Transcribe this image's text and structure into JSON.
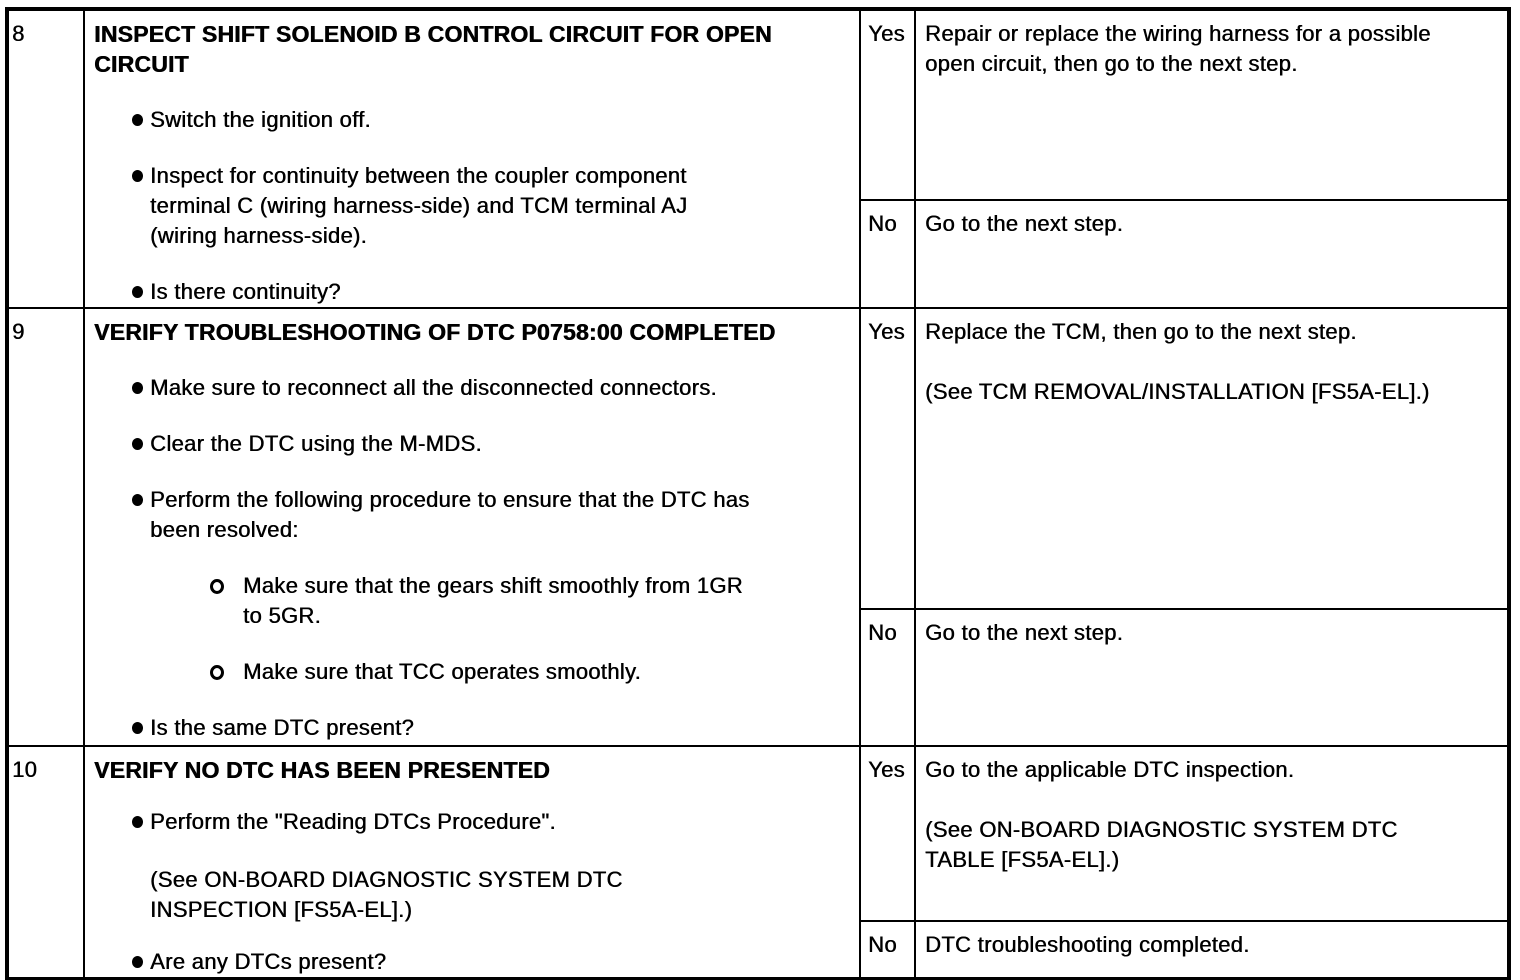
{
  "colors": {
    "background": "#ffffff",
    "border": "#000000",
    "text": "#000000"
  },
  "table": {
    "steps": [
      {
        "step": "8",
        "action": {
          "title": "INSPECT SHIFT SOLENOID B CONTROL CIRCUIT FOR OPEN CIRCUIT",
          "bullets": [
            "Switch the ignition off.",
            "Inspect for continuity between the coupler component terminal C (wiring harness-side) and TCM terminal AJ (wiring harness-side).",
            "Is there continuity?"
          ]
        },
        "yes": {
          "label": "Yes",
          "action": "Repair or replace the wiring harness for a possible open circuit, then go to the next step."
        },
        "no": {
          "label": "No",
          "action": "Go to the next step."
        }
      },
      {
        "step": "9",
        "action": {
          "title": "VERIFY TROUBLESHOOTING OF DTC P0758:00 COMPLETED",
          "bullets": [
            "Make sure to reconnect all the disconnected connectors.",
            "Clear the DTC using the M-MDS.",
            "Perform the following procedure to ensure that the DTC has been resolved:",
            "Is the same DTC present?"
          ],
          "sub_bullets": [
            "Make sure that the gears shift smoothly from 1GR to 5GR.",
            "Make sure that TCC operates smoothly."
          ]
        },
        "yes": {
          "label": "Yes",
          "action": "Replace the TCM, then go to the next step.",
          "reference": "(See TCM REMOVAL/INSTALLATION [FS5A-EL].)"
        },
        "no": {
          "label": "No",
          "action": "Go to the next step."
        }
      },
      {
        "step": "10",
        "action": {
          "title": "VERIFY NO DTC HAS BEEN PRESENTED",
          "bullets": [
            "Perform the \"Reading DTCs Procedure\".",
            "Are any DTCs present?"
          ],
          "bullet_reference": "(See ON-BOARD DIAGNOSTIC SYSTEM DTC INSPECTION [FS5A-EL].)"
        },
        "yes": {
          "label": "Yes",
          "action": "Go to the applicable DTC inspection.",
          "reference": "(See ON-BOARD DIAGNOSTIC SYSTEM DTC TABLE [FS5A-EL].)"
        },
        "no": {
          "label": "No",
          "action": "DTC troubleshooting completed."
        }
      }
    ]
  }
}
